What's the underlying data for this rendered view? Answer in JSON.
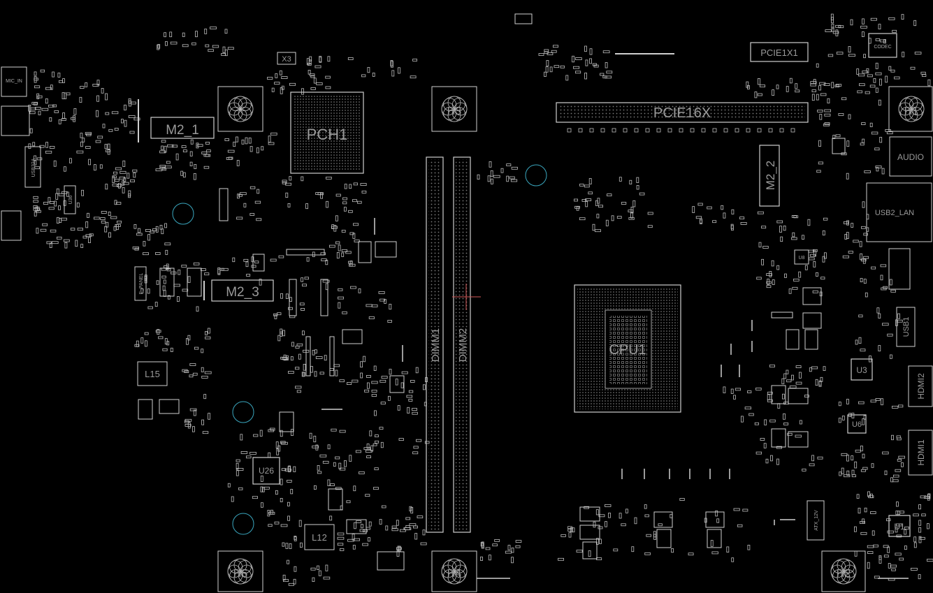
{
  "labels": {
    "mic_in": "MIC_IN",
    "usb32a": "USB32A",
    "u36": "U36",
    "m2_1": "M2_1",
    "x3": "X3",
    "pch1": "PCH1",
    "f_panel": "F_PANEL",
    "m2_3": "M2_3",
    "l15": "L15",
    "u26": "U26",
    "l12": "L12",
    "h6": "H6",
    "h4": "H4",
    "h3": "H3",
    "h1": "H1",
    "h2": "H2",
    "dimm1": "DIMM1",
    "dimm2": "DIMM2",
    "pcie1x1": "PCIE1X1",
    "pcie16x": "PCIE16X",
    "m2_2": "M2_2",
    "cpu1": "CPU1",
    "codec": "CODEC",
    "audio": "AUDIO",
    "usb2_lan": "USB2_LAN",
    "usb1": "USB1",
    "u3": "U3",
    "u6": "U6",
    "u1": "U1",
    "u8": "U8",
    "hdmi2": "HDMI2",
    "hdmi1": "HDMI1",
    "atx_12v": "ATX_12V"
  },
  "colors": {
    "background": "#000000",
    "outline": "#d0d0d0",
    "label": "#9a9a9a",
    "hole": "#3aa7bf",
    "marker": "#d45a5a"
  }
}
